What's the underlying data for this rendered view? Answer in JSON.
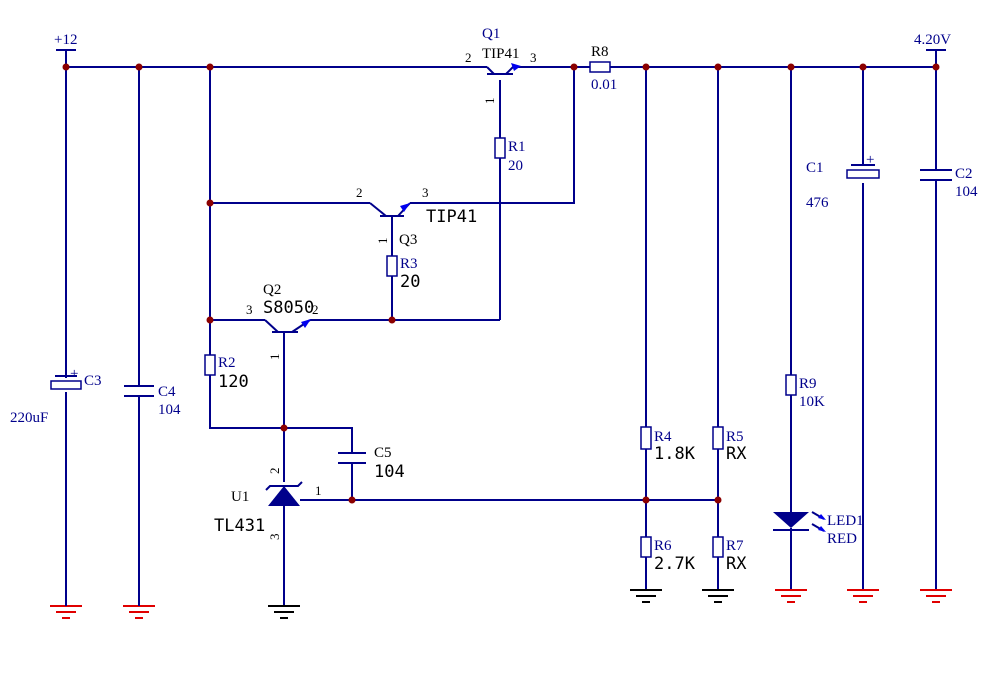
{
  "rails": {
    "vin": "+12",
    "vout": "4.20V"
  },
  "components": {
    "q1": {
      "ref": "Q1",
      "value": "TIP41",
      "pin1": "1",
      "pin2": "2",
      "pin3": "3"
    },
    "q2": {
      "ref": "Q2",
      "value": "S8050",
      "pin1": "1",
      "pin2": "2",
      "pin3": "3"
    },
    "q3": {
      "ref": "Q3",
      "value": "TIP41",
      "pin1": "1",
      "pin2": "2",
      "pin3": "3"
    },
    "r1": {
      "ref": "R1",
      "value": "20"
    },
    "r2": {
      "ref": "R2",
      "value": "120"
    },
    "r3": {
      "ref": "R3",
      "value": "20"
    },
    "r4": {
      "ref": "R4",
      "value": "1.8K"
    },
    "r5": {
      "ref": "R5",
      "value": "RX"
    },
    "r6": {
      "ref": "R6",
      "value": "2.7K"
    },
    "r7": {
      "ref": "R7",
      "value": "RX"
    },
    "r8": {
      "ref": "R8",
      "value": "0.01"
    },
    "r9": {
      "ref": "R9",
      "value": "10K"
    },
    "c1": {
      "ref": "C1",
      "value": "476"
    },
    "c2": {
      "ref": "C2",
      "value": "104"
    },
    "c3": {
      "ref": "C3",
      "value": "220uF"
    },
    "c4": {
      "ref": "C4",
      "value": "104"
    },
    "c5": {
      "ref": "C5",
      "value": "104"
    },
    "u1": {
      "ref": "U1",
      "value": "TL431",
      "pin1": "1",
      "pin2": "2",
      "pin3": "3"
    },
    "led1": {
      "ref": "LED1",
      "value": "RED"
    }
  },
  "colors": {
    "wire": "#00008b",
    "junction": "#8b0000",
    "ground_power": "#e00000",
    "ground_signal": "#000000",
    "arrow": "#0000ee"
  }
}
